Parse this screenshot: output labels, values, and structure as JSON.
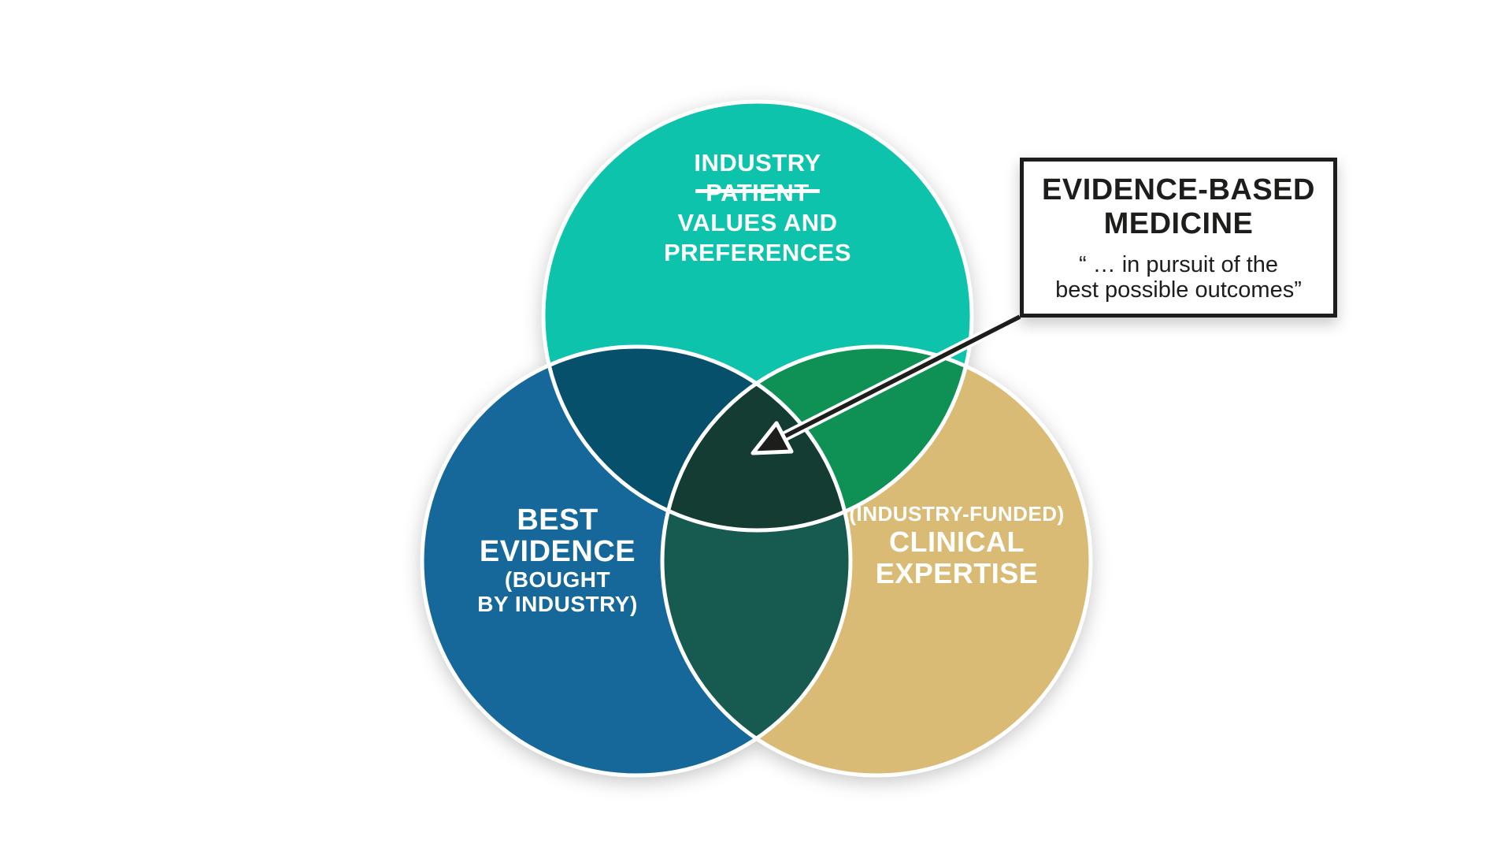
{
  "colors": {
    "background": "#ffffff",
    "circle_values": "#0dc3ab",
    "circle_evidence": "#16689a",
    "circle_expertise": "#d9bb76",
    "overlap_values_evidence": "#07506b",
    "overlap_values_expertise": "#0f9155",
    "overlap_evidence_expertise": "#175a50",
    "overlap_center": "#143c32",
    "circle_stroke": "#ffffff",
    "arrow_black": "#1d1d1b",
    "label_text": "#ffffff",
    "callout_text": "#1d1d1b"
  },
  "venn": {
    "top_circle": {
      "line1": "INDUSTRY",
      "struck_word": "PATIENT",
      "line3": "VALUES AND",
      "line4": "PREFERENCES"
    },
    "left_circle": {
      "line1": "BEST",
      "line2": "EVIDENCE",
      "sub_line1": "(BOUGHT",
      "sub_line2": "BY INDUSTRY)"
    },
    "right_circle": {
      "sub_line1": "(INDUSTRY-FUNDED)",
      "line1": "CLINICAL",
      "line2": "EXPERTISE"
    }
  },
  "callout": {
    "title_line1": "EVIDENCE-BASED",
    "title_line2": "MEDICINE",
    "quote_line1": "“ … in pursuit of the",
    "quote_line2": "best possible outcomes”"
  }
}
